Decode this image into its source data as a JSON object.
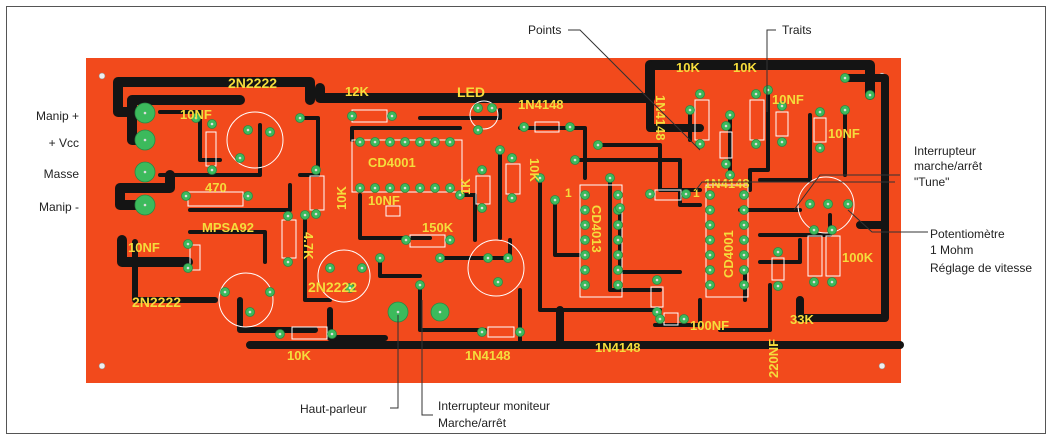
{
  "colors": {
    "board": "#f24a1c",
    "copper": "#141414",
    "pad": "#3cba5c",
    "silkscreen": "#f5dc3c",
    "outline": "#f5dc3c"
  },
  "connector_labels": {
    "manip_plus": "Manip +",
    "vcc": "+ Vcc",
    "masse": "Masse",
    "manip_minus": "Manip -"
  },
  "annotations": {
    "points": "Points",
    "traits": "Traits",
    "switch_line1": "Interrupteur",
    "switch_line2": "marche/arrêt",
    "tune": "\"Tune\"",
    "pot_line1": "Potentiomètre",
    "pot_line2": "1 Mohm",
    "pot_line3": "Réglage de vitesse",
    "speaker": "Haut-parleur",
    "monitor_line1": "Interrupteur moniteur",
    "monitor_line2": "Marche/arrêt"
  },
  "silkscreen": {
    "t1": "2N2222",
    "t2": "2N2222",
    "t3": "2N2222",
    "mpsa": "MPSA92",
    "r12k": "12K",
    "led": "LED",
    "d1": "1N4148",
    "d2": "1N4148",
    "d3": "1N4148",
    "d4": "1N4148",
    "d5": "1N4148",
    "c1": "10NF",
    "c2": "10NF",
    "c3": "10NF",
    "c4": "10NF",
    "c5": "10NF",
    "r470": "470",
    "r10k_a": "10K",
    "r10k_b": "10K",
    "r10k_c": "10K",
    "r10k_d": "10K",
    "r10k_e": "10K",
    "r1k": "1K",
    "r4k7": "4.7K",
    "r150k": "150K",
    "r100k": "100K",
    "r33k": "33K",
    "c100nf": "100NF",
    "c220nf": "220NF",
    "ic1": "CD4001",
    "ic2": "CD4013",
    "ic3": "CD4001",
    "ic3_pin": "1",
    "ic2_pin": "1"
  }
}
